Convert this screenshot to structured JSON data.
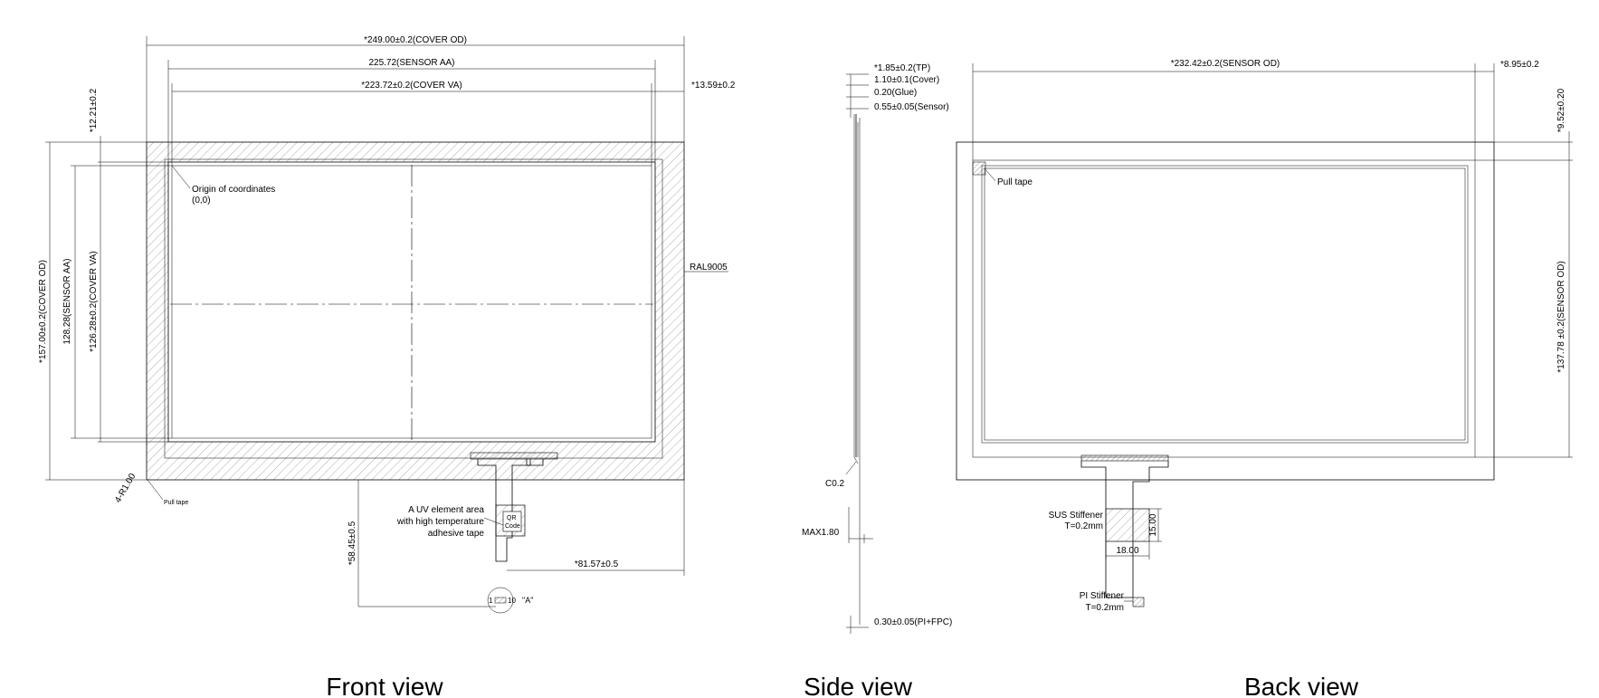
{
  "front_view": {
    "title": "Front view",
    "dims": {
      "cover_od_w": "*249.00±0.2(COVER OD)",
      "sensor_aa_w": "225.72(SENSOR AA)",
      "cover_va_w": "*223.72±0.2(COVER VA)",
      "right_margin": "*13.59±0.2",
      "top_margin": "*12.21±0.2",
      "cover_od_h": "*157.00±0.2(COVER OD)",
      "sensor_aa_h": "128.28(SENSOR AA)",
      "cover_va_h": "*126.28±0.2(COVER VA)",
      "fpc_len": "*58.45±0.5",
      "fpc_offset": "*81.57±0.5",
      "corner_r": "4-R1.00"
    },
    "labels": {
      "origin": "Origin of coordinates",
      "origin_xy": "(0,0)",
      "color": "RAL9005",
      "pull_tape": "Pull tape",
      "uv_1": "A UV element area",
      "uv_2": "with high temperature",
      "uv_3": "adhesive tape",
      "qr_1": "QR",
      "qr_2": "Code",
      "pin1": "1",
      "pin10": "10",
      "detail": "\"A\""
    }
  },
  "side_view": {
    "title": "Side view",
    "dims": {
      "tp": "*1.85±0.2(TP)",
      "cover": "1.10±0.1(Cover)",
      "glue": "0.20(Glue)",
      "sensor": "0.55±0.05(Sensor)",
      "chamfer": "C0.2",
      "max": "MAX1.80",
      "fpc": "0.30±0.05(PI+FPC)"
    }
  },
  "back_view": {
    "title": "Back view",
    "dims": {
      "sensor_od_w": "*232.42±0.2(SENSOR OD)",
      "right": "*8.95±0.2",
      "top": "*9.52±0.20",
      "sensor_od_h": "*137.78 ±0.2(SENSOR OD)",
      "stiff_h": "15.00",
      "stiff_w": "18.00"
    },
    "labels": {
      "pull_tape": "Pull tape",
      "sus_1": "SUS Stiffener",
      "sus_2": "T=0.2mm",
      "pi_1": "PI Stiffener",
      "pi_2": "T=0.2mm"
    }
  }
}
